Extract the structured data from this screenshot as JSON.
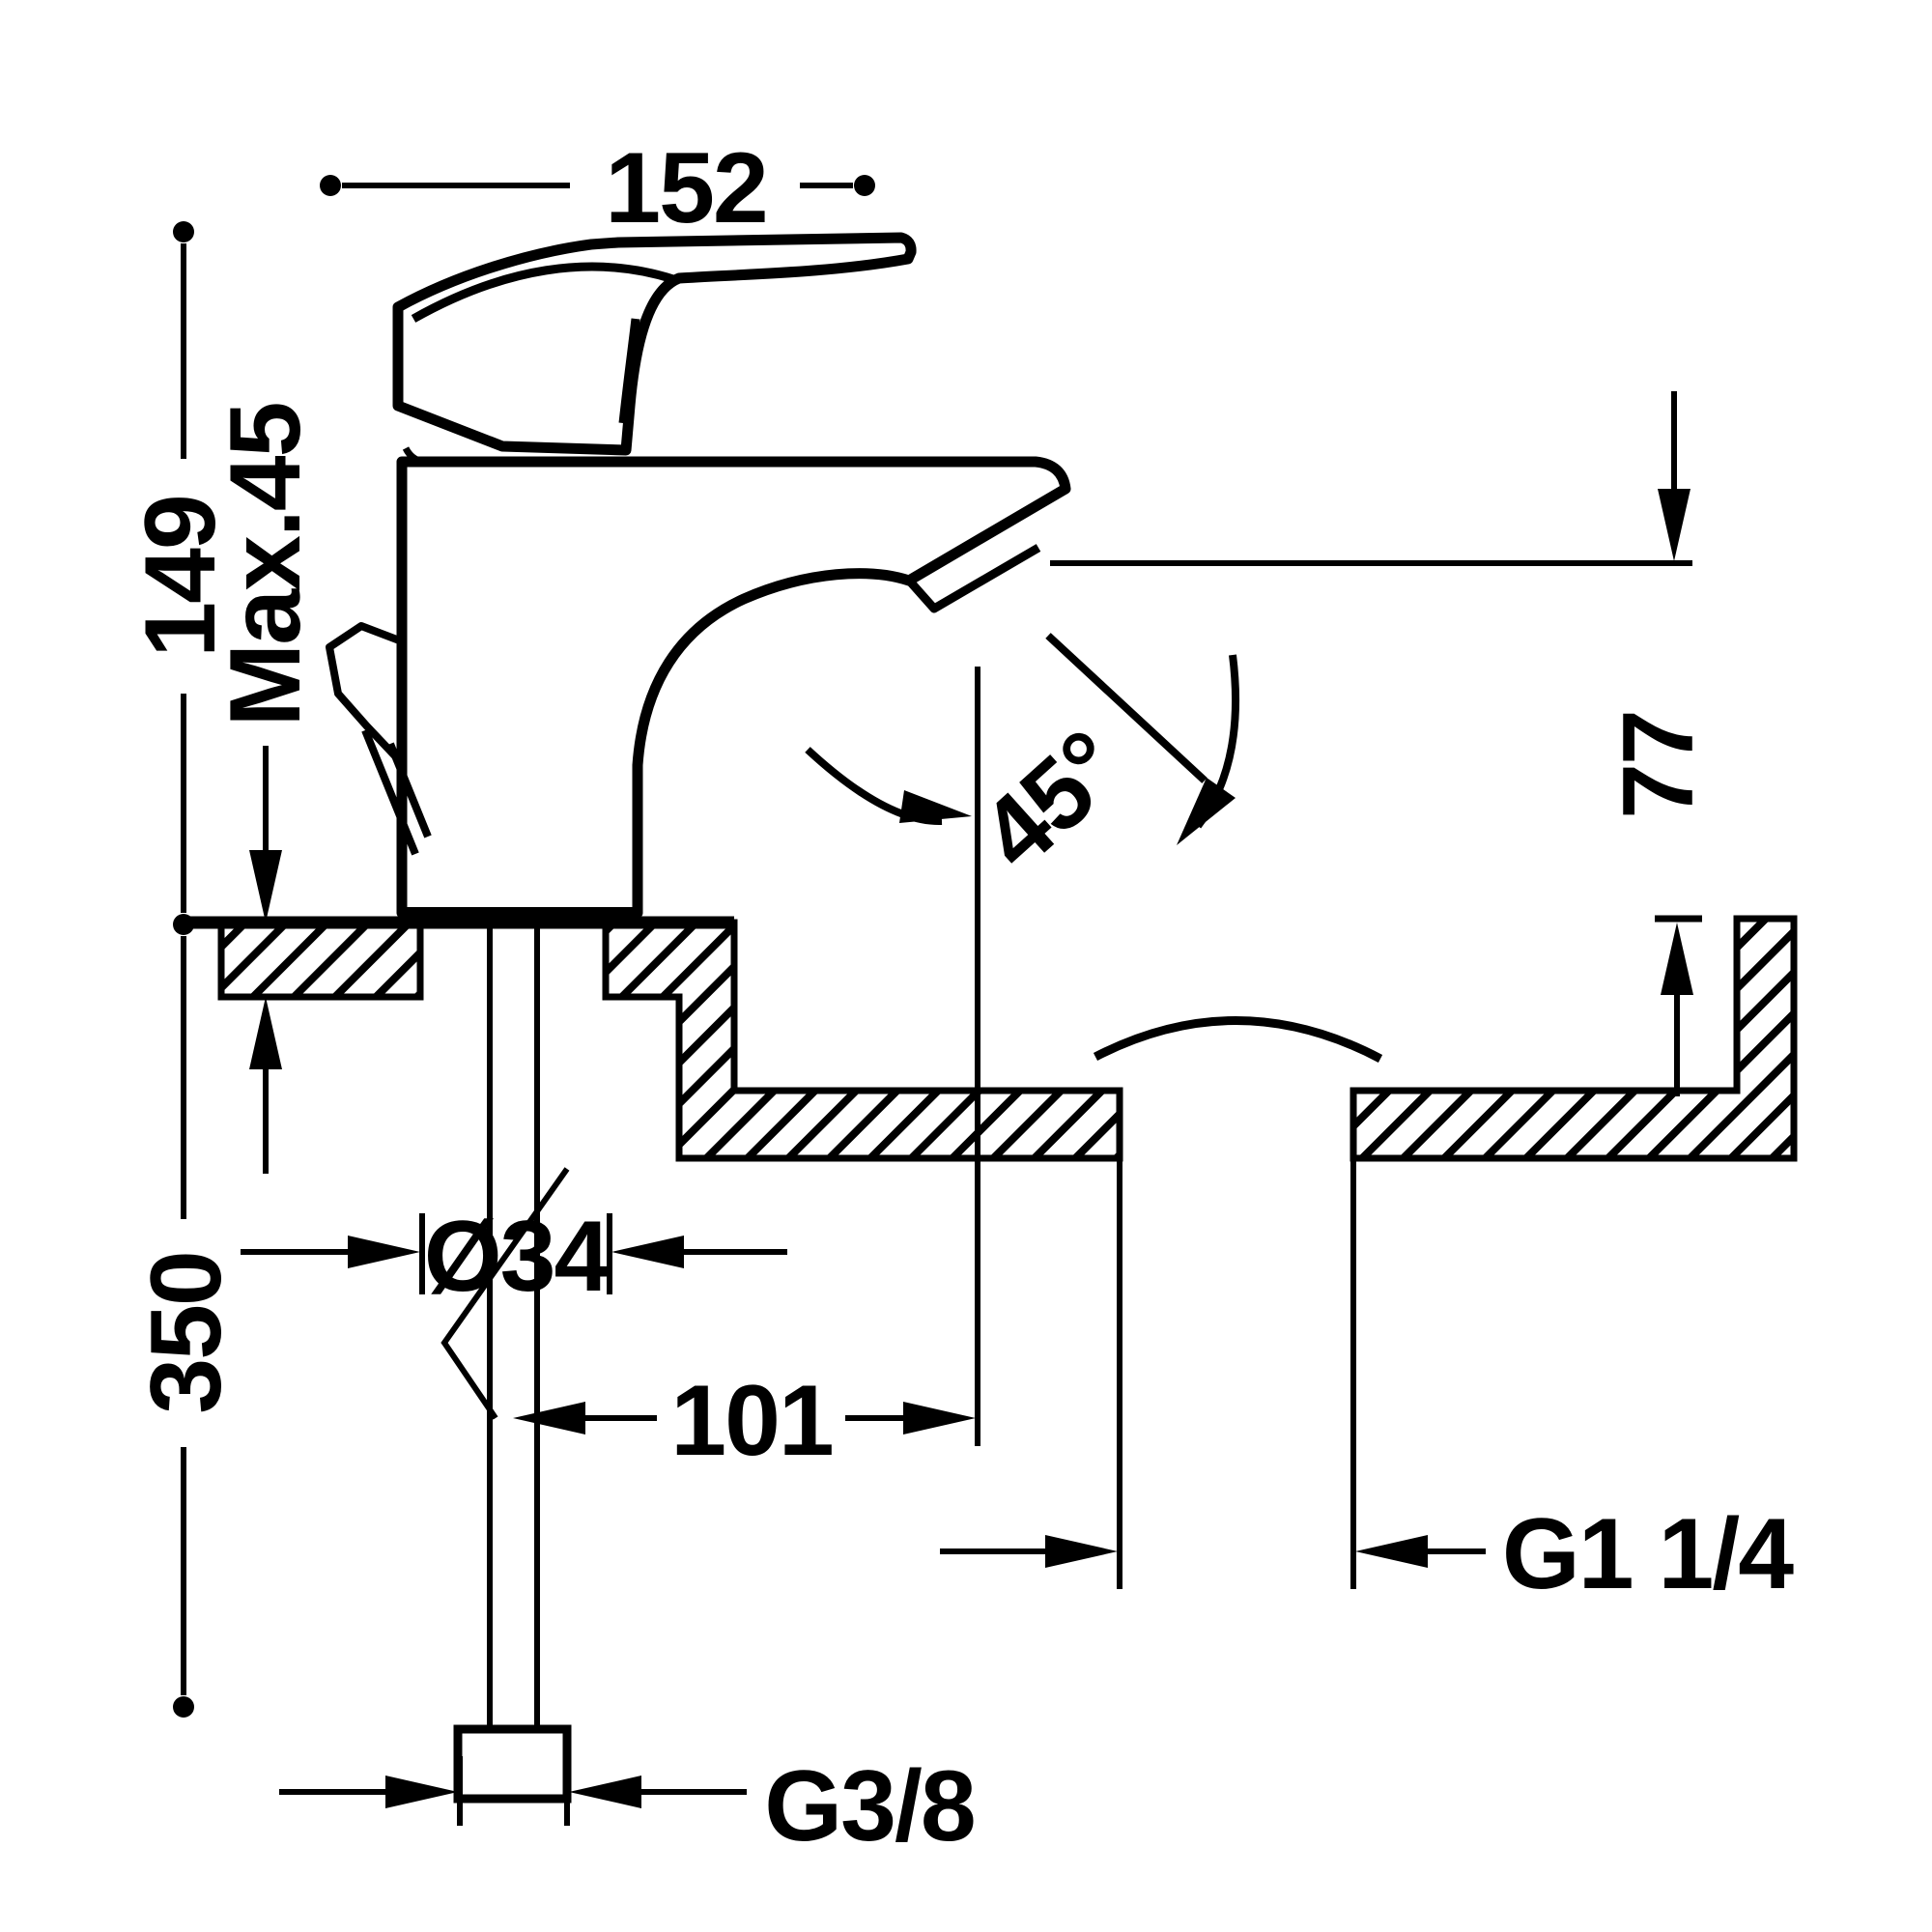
{
  "drawing": {
    "type": "faucet-dimensional-drawing",
    "colors": {
      "line": "#000000",
      "background": "#ffffff"
    },
    "labels": {
      "overall_width": "152",
      "overall_height": "149",
      "max_deck_thickness": "Max.45",
      "hole_diameter": "Ø34",
      "hose_length": "350",
      "spout_reach": "101",
      "spout_angle": "45°",
      "spout_height": "77",
      "drain_thread": "G1 1/4",
      "supply_thread": "G3/8"
    }
  }
}
